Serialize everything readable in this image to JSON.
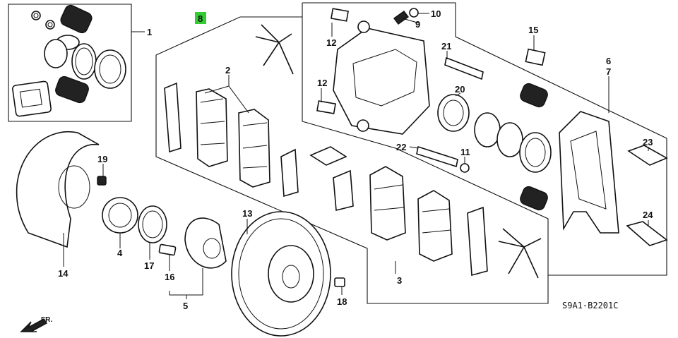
{
  "diagram": {
    "catalog_code": "S9A1-B2201C",
    "direction_marker": "FR.",
    "callouts": [
      {
        "id": "c1",
        "text": "1"
      },
      {
        "id": "c2",
        "text": "2"
      },
      {
        "id": "c3",
        "text": "3"
      },
      {
        "id": "c4",
        "text": "4"
      },
      {
        "id": "c5",
        "text": "5"
      },
      {
        "id": "c6",
        "text": "6"
      },
      {
        "id": "c7",
        "text": "7"
      },
      {
        "id": "c8",
        "text": "8",
        "highlight": "#33cc33"
      },
      {
        "id": "c9",
        "text": "9"
      },
      {
        "id": "c10",
        "text": "10"
      },
      {
        "id": "c11",
        "text": "11"
      },
      {
        "id": "c12a",
        "text": "12"
      },
      {
        "id": "c12b",
        "text": "12"
      },
      {
        "id": "c13",
        "text": "13"
      },
      {
        "id": "c14",
        "text": "14"
      },
      {
        "id": "c15",
        "text": "15"
      },
      {
        "id": "c16",
        "text": "16"
      },
      {
        "id": "c17",
        "text": "17"
      },
      {
        "id": "c18",
        "text": "18"
      },
      {
        "id": "c19",
        "text": "19"
      },
      {
        "id": "c20",
        "text": "20"
      },
      {
        "id": "c21",
        "text": "21"
      },
      {
        "id": "c22",
        "text": "22"
      },
      {
        "id": "c23",
        "text": "23"
      },
      {
        "id": "c24",
        "text": "24"
      }
    ]
  }
}
